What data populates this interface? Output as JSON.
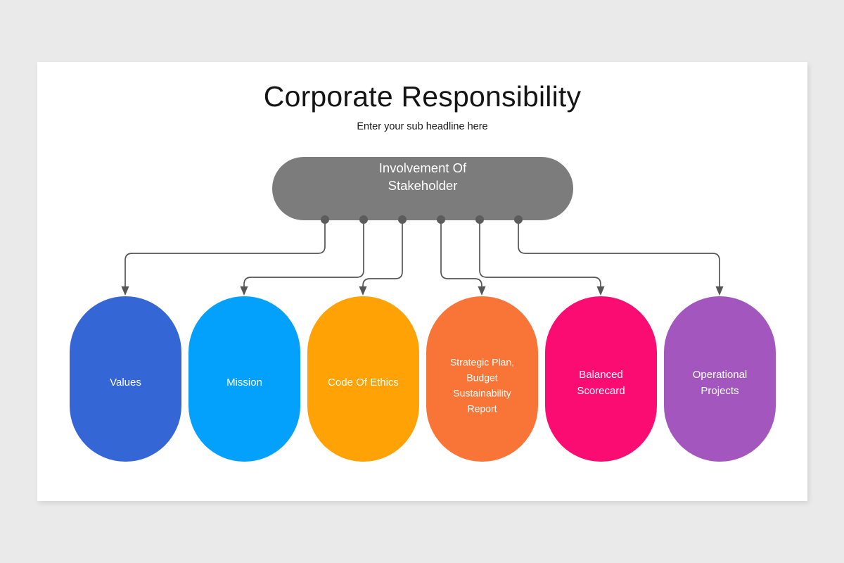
{
  "slide": {
    "title": "Corporate Responsibility",
    "subtitle": "Enter your sub headline here",
    "background_color": "#eaeaea",
    "card_color": "#ffffff"
  },
  "diagram": {
    "type": "hierarchy-tree",
    "root": {
      "label_line1": "Involvement Of",
      "label_line2": "Stakeholder",
      "color": "#7c7c7c",
      "connector_count": 6
    },
    "connector": {
      "line_color": "#555555",
      "dot_color": "#5c5c5c"
    },
    "branches": [
      {
        "id": "values",
        "label_lines": [
          "Values"
        ],
        "color": "#3566d6"
      },
      {
        "id": "mission",
        "label_lines": [
          "Mission"
        ],
        "color": "#03a1fc"
      },
      {
        "id": "code-of-ethics",
        "label_lines": [
          "Code Of Ethics"
        ],
        "color": "#ffa205"
      },
      {
        "id": "strategic-plan",
        "label_lines": [
          "Strategic Plan,",
          "Budget",
          "Sustainability",
          "Report"
        ],
        "color": "#f87537"
      },
      {
        "id": "balanced-scorecard",
        "label_lines": [
          "Balanced",
          "Scorecard"
        ],
        "color": "#fa0c73"
      },
      {
        "id": "operational-projects",
        "label_lines": [
          "Operational",
          "Projects"
        ],
        "color": "#a356be"
      }
    ]
  }
}
